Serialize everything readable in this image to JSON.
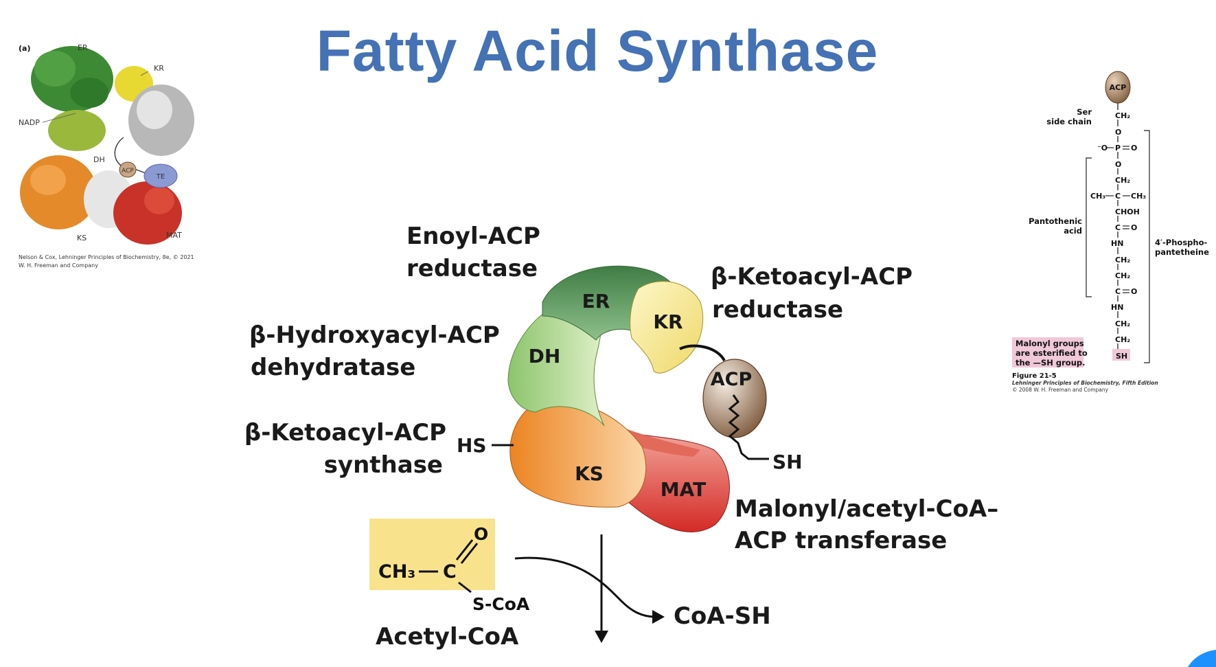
{
  "title": "Fatty Acid Synthase",
  "structure_panel": {
    "panel_label": "(a)",
    "domain_labels": [
      "ER",
      "KR",
      "NADP",
      "DH",
      "ACP",
      "TE",
      "KS",
      "MAT"
    ],
    "credit_line1": "Nelson & Cox, Lehninger Principles of Biochemistry, 8e, © 2021",
    "credit_line2": "W. H. Freeman and Company"
  },
  "schematic": {
    "domains": [
      "ER",
      "KR",
      "DH",
      "ACP",
      "KS",
      "MAT"
    ],
    "enzyme_labels": {
      "er_line1": "Enoyl-ACP",
      "er_line2": "reductase",
      "kr_line1": "β-Ketoacyl-ACP",
      "kr_line2": "reductase",
      "dh_line1": "β-Hydroxyacyl-ACP",
      "dh_line2": "dehydratase",
      "ks_line1": "β-Ketoacyl-ACP",
      "ks_line2": "synthase",
      "mat_line1": "Malonyl/acetyl-CoA–",
      "mat_line2": "ACP transferase"
    },
    "hs_label": "HS",
    "sh_label": "SH",
    "acetyl_coa": {
      "ch3": "CH₃",
      "c": "C",
      "o": "O",
      "scoa": "S-CoA",
      "name": "Acetyl-CoA"
    },
    "coash": "CoA-SH",
    "colors": {
      "er": "#5e9a5c",
      "kr": "#f5e98a",
      "dh": "#a8d48a",
      "ks": "#f39c3c",
      "mat": "#e04a42",
      "acp": "#8a6a52",
      "acetyl_box": "#f8e38c"
    }
  },
  "phosphopantetheine": {
    "acp": "ACP",
    "ser_line1": "Ser",
    "ser_line2": "side chain",
    "chain": [
      "CH₂",
      "O",
      "O",
      "CH₂",
      "C",
      "CHOH",
      "C",
      "HN",
      "CH₂",
      "CH₂",
      "C",
      "HN",
      "CH₂",
      "CH₂",
      "SH"
    ],
    "phosphorus": "P",
    "o_minus": "⁻O",
    "o_double": "O",
    "ch3_left": "CH₃",
    "ch3_right": "CH₃",
    "pantothenic_line1": "Pantothenic",
    "pantothenic_line2": "acid",
    "phospho_line1": "4′-Phospho-",
    "phospho_line2": "pantetheine",
    "note_line1": "Malonyl  groups",
    "note_line2": "are esterified to",
    "note_line3": "the —SH group.",
    "figure": "Figure 21-5",
    "book": "Lehninger Principles of Biochemistry, Fifth Edition",
    "copyright": "© 2008 W. H. Freeman and Company"
  }
}
